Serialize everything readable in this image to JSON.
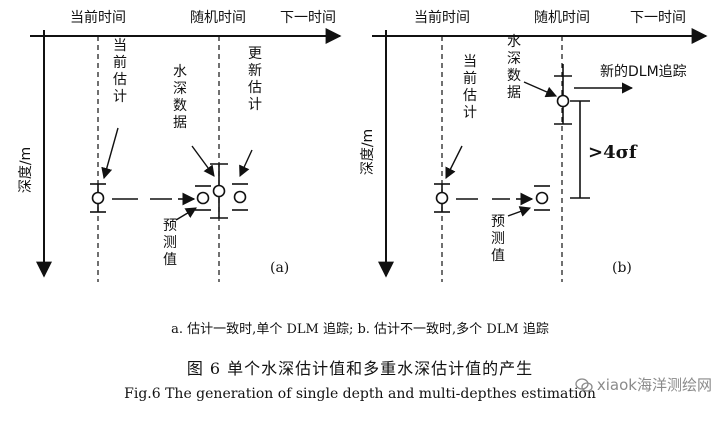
{
  "panel_a": {
    "label": "(a)",
    "top_labels": {
      "current_time": "当前时间",
      "random_time": "随机时间",
      "next_time": "下一时间"
    },
    "depth_axis": "深度/m",
    "current_estimate": "当前估计",
    "water_depth_data": "水深数据",
    "updated_estimate": "更新估计",
    "predicted_value": "预测值"
  },
  "panel_b": {
    "label": "(b)",
    "top_labels": {
      "current_time": "当前时间",
      "random_time": "随机时间",
      "next_time": "下一时间"
    },
    "depth_axis": "深度/m",
    "current_estimate": "当前估计",
    "water_depth_data": "水深数据",
    "new_dlm_tracking": "新的DLM追踪",
    "predicted_value": "预测值",
    "sigma_annotation": ">4σf"
  },
  "caption": {
    "subcaption": "a. 估计一致时,单个 DLM 追踪;  b. 估计不一致时,多个 DLM 追踪",
    "title_cn": "图 6   单个水深估计值和多重水深估计值的产生",
    "title_en": "Fig.6   The generation of single depth and multi-depthes estimation"
  },
  "watermark": {
    "text": "xiaok海洋测绘网",
    "icon": "wechat-icon"
  }
}
